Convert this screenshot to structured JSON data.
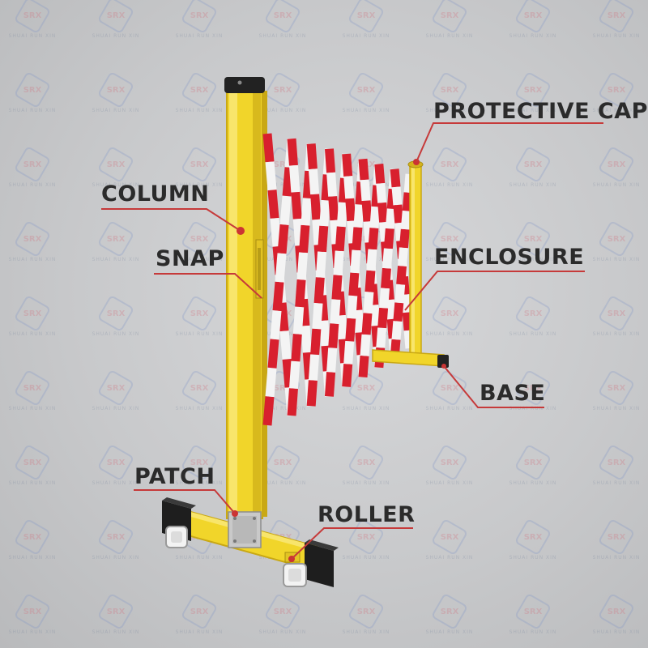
{
  "watermark": {
    "logo_text": "SRX",
    "caption": "SHUAI RUN XIN"
  },
  "labels": {
    "protective_cap": "PROTECTIVE CAP",
    "column": "COLUMN",
    "snap": "SNAP",
    "enclosure": "ENCLOSURE",
    "base": "BASE",
    "patch": "PATCH",
    "roller": "ROLLER"
  },
  "colors": {
    "barrier_yellow": "#f1d52a",
    "stripe_red": "#d8202e",
    "stripe_white": "#f4f4f4",
    "leader_red": "#c63a3a",
    "label_text": "#2b2b2b"
  }
}
